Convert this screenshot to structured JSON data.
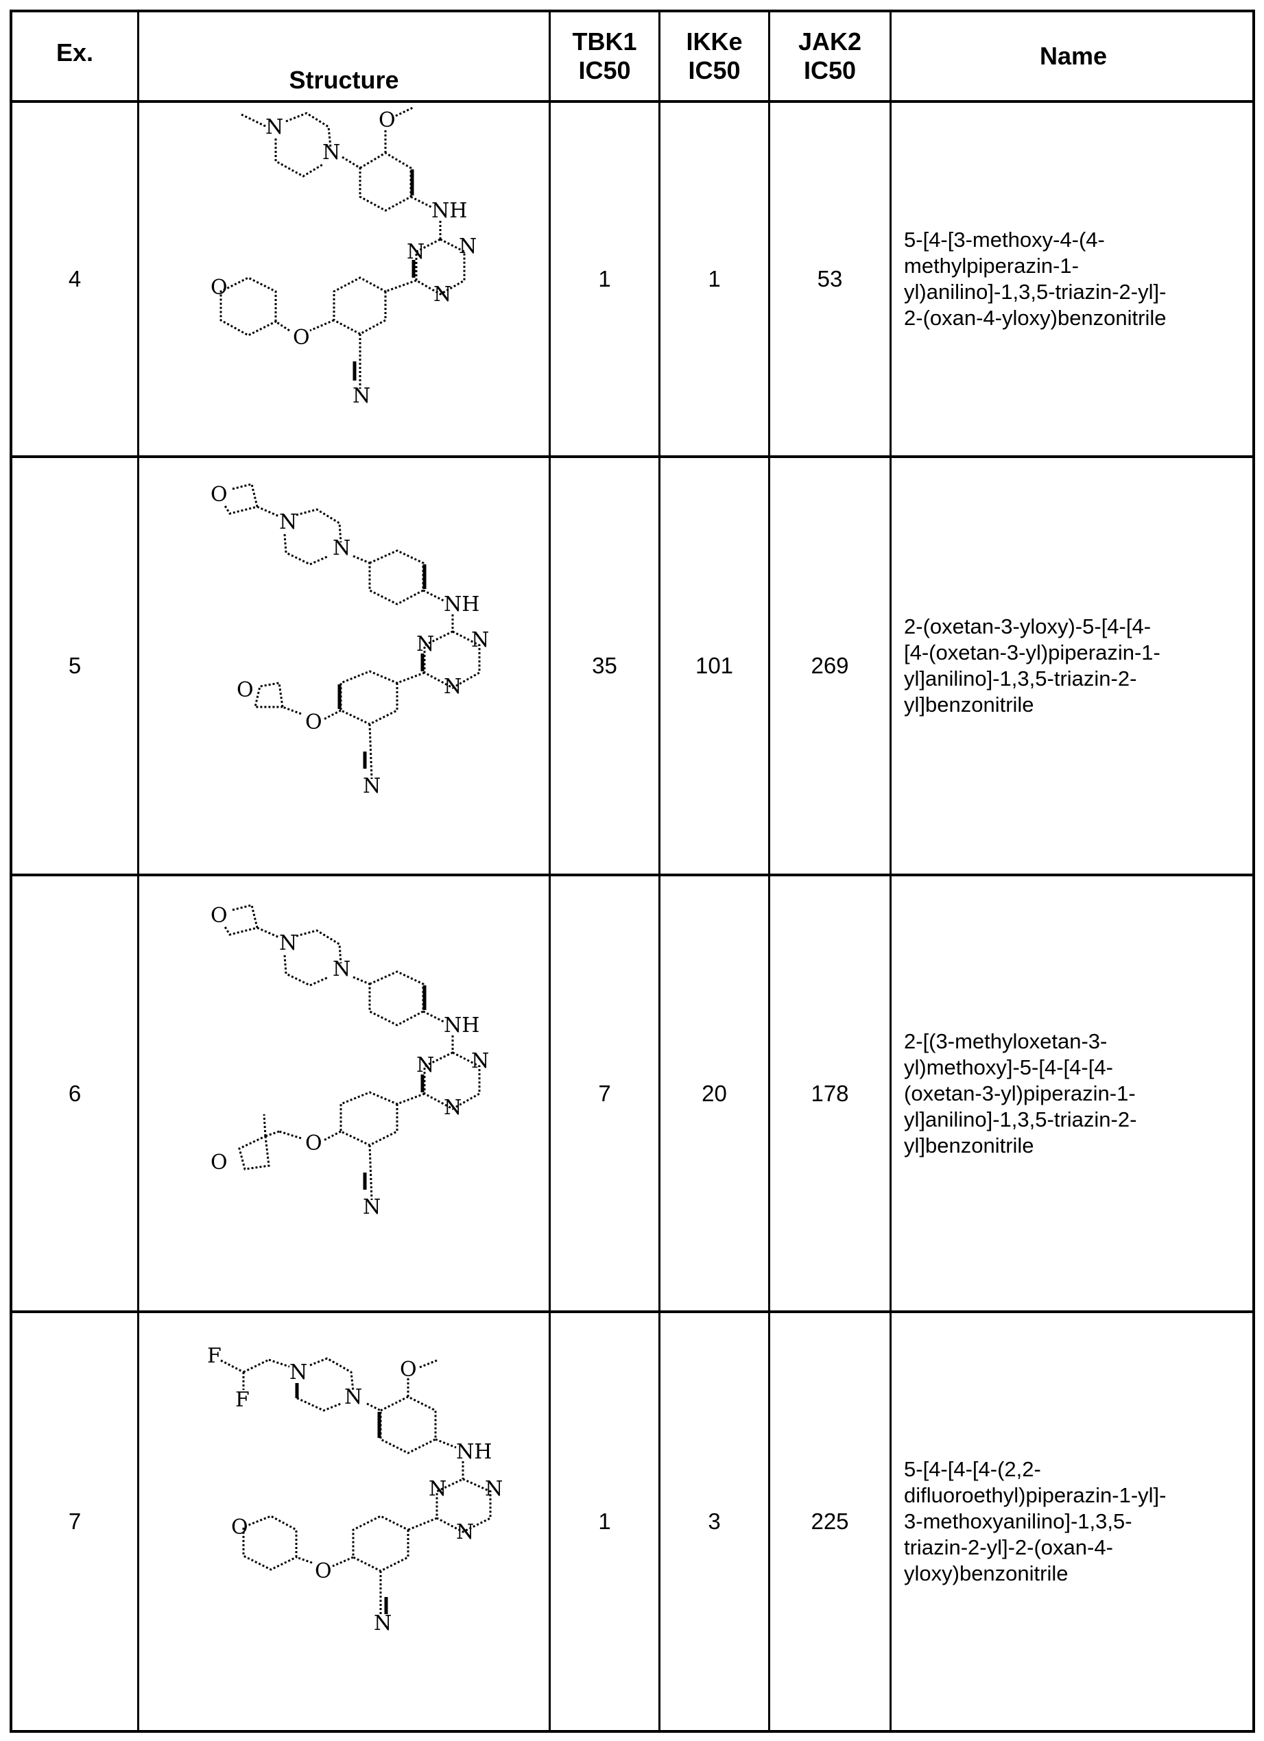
{
  "table": {
    "headers": {
      "ex": "Ex.",
      "structure": "Structure",
      "tbk1": [
        "TBK1",
        "IC50"
      ],
      "ikke": [
        "IKKe",
        "IC50"
      ],
      "jak2": [
        "JAK2",
        "IC50"
      ],
      "name": "Name"
    },
    "rows": [
      {
        "ex": "4",
        "structure_icon": "chemical-structure-oxanyloxy-methylpiperazinyl-methoxyanilino-triazinyl-benzonitrile",
        "tbk1": "1",
        "ikke": "1",
        "jak2": "53",
        "name": "5-[4-[3-methoxy-4-(4-methylpiperazin-1-yl)anilino]-1,3,5-triazin-2-yl]-2-(oxan-4-yloxy)benzonitrile",
        "name_lines": [
          "5-[4-[3-methoxy-4-(4-",
          "methylpiperazin-1-",
          "yl)anilino]-1,3,5-triazin-2-yl]-",
          "2-(oxan-4-yloxy)benzonitrile"
        ]
      },
      {
        "ex": "5",
        "structure_icon": "chemical-structure-oxetanyloxy-oxetanylpiperazinyl-anilino-triazinyl-benzonitrile",
        "tbk1": "35",
        "ikke": "101",
        "jak2": "269",
        "name": "2-(oxetan-3-yloxy)-5-[4-[4-[4-(oxetan-3-yl)piperazin-1-yl]anilino]-1,3,5-triazin-2-yl]benzonitrile",
        "name_lines": [
          "2-(oxetan-3-yloxy)-5-[4-[4-",
          "[4-(oxetan-3-yl)piperazin-1-",
          "yl]anilino]-1,3,5-triazin-2-",
          "yl]benzonitrile"
        ]
      },
      {
        "ex": "6",
        "structure_icon": "chemical-structure-methyloxetanylmethoxy-oxetanylpiperazinyl-anilino-triazinyl-benzonitrile",
        "tbk1": "7",
        "ikke": "20",
        "jak2": "178",
        "name": "2-[(3-methyloxetan-3-yl)methoxy]-5-[4-[4-[4-(oxetan-3-yl)piperazin-1-yl]anilino]-1,3,5-triazin-2-yl]benzonitrile",
        "name_lines": [
          "2-[(3-methyloxetan-3-",
          "yl)methoxy]-5-[4-[4-[4-",
          "(oxetan-3-yl)piperazin-1-",
          "yl]anilino]-1,3,5-triazin-2-",
          "yl]benzonitrile"
        ]
      },
      {
        "ex": "7",
        "structure_icon": "chemical-structure-difluoroethylpiperazinyl-methoxyanilino-triazinyl-oxanyloxy-benzonitrile",
        "tbk1": "1",
        "ikke": "3",
        "jak2": "225",
        "name": "5-[4-[4-[4-(2,2-difluoroethyl)piperazin-1-yl]-3-methoxyanilino]-1,3,5-triazin-2-yl]-2-(oxan-4-yloxy)benzonitrile",
        "name_lines": [
          "5-[4-[4-[4-(2,2-",
          "difluoroethyl)piperazin-1-yl]-",
          "3-methoxyanilino]-1,3,5-",
          "triazin-2-yl]-2-(oxan-4-",
          "yloxy)benzonitrile"
        ]
      }
    ]
  },
  "atom_labels": {
    "N": "N",
    "NH": "NH",
    "O": "O",
    "F": "F"
  }
}
